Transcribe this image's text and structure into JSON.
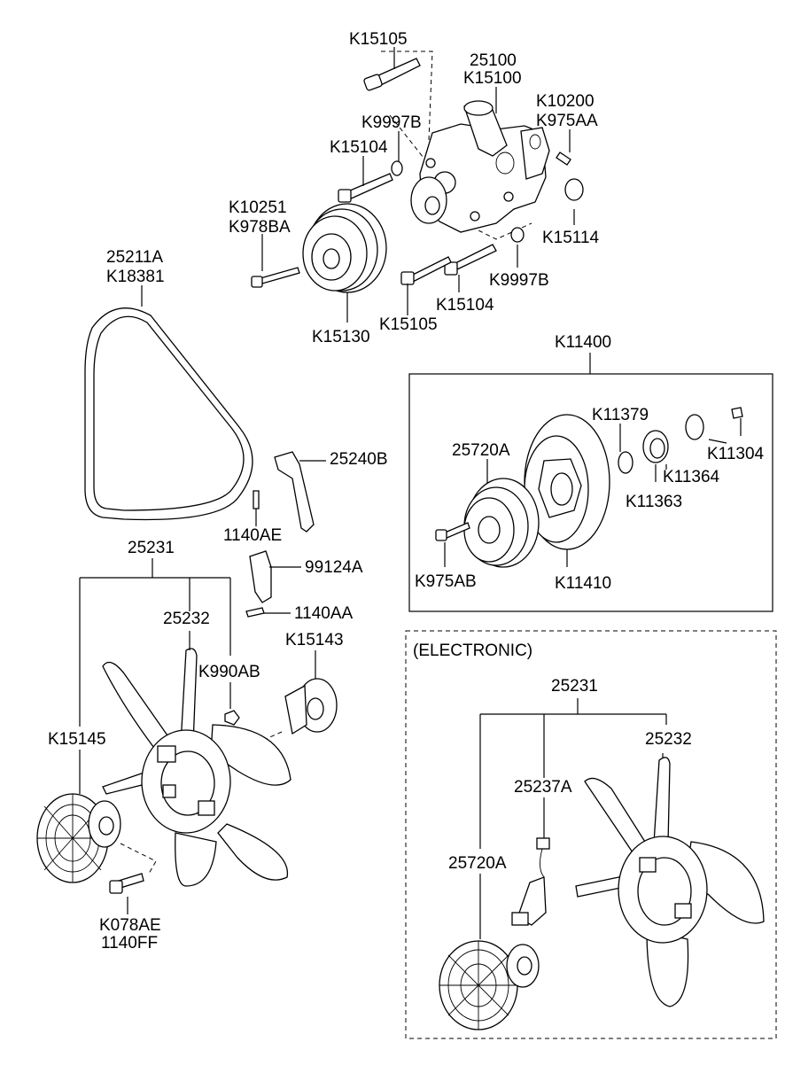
{
  "labels": {
    "k15105_top": "K15105",
    "p25100": "25100",
    "k15100": "K15100",
    "k10200": "K10200",
    "k975aa": "K975AA",
    "k9997b_top": "K9997B",
    "k15104_top": "K15104",
    "k10251": "K10251",
    "k978ba": "K978BA",
    "k15114": "K15114",
    "p25211a": "25211A",
    "k18381": "K18381",
    "k9997b_bot": "K9997B",
    "k15104_bot": "K15104",
    "k15130": "K15130",
    "k15105_bot": "K15105",
    "k11400": "K11400",
    "k11379": "K11379",
    "p25720a_box": "25720A",
    "k11304": "K11304",
    "k11364": "K11364",
    "k11363": "K11363",
    "k975ab": "K975AB",
    "k11410": "K11410",
    "p25240b": "25240B",
    "p1140ae": "1140AE",
    "p25231": "25231",
    "p99124a": "99124A",
    "p1140aa": "1140AA",
    "p25232": "25232",
    "k15143": "K15143",
    "k990ab": "K990AB",
    "k15145": "K15145",
    "k078ae": "K078AE",
    "p1140ff": "1140FF",
    "electronic": "(ELECTRONIC)",
    "e25231": "25231",
    "e25232": "25232",
    "e25237a": "25237A",
    "e25720a": "25720A"
  }
}
